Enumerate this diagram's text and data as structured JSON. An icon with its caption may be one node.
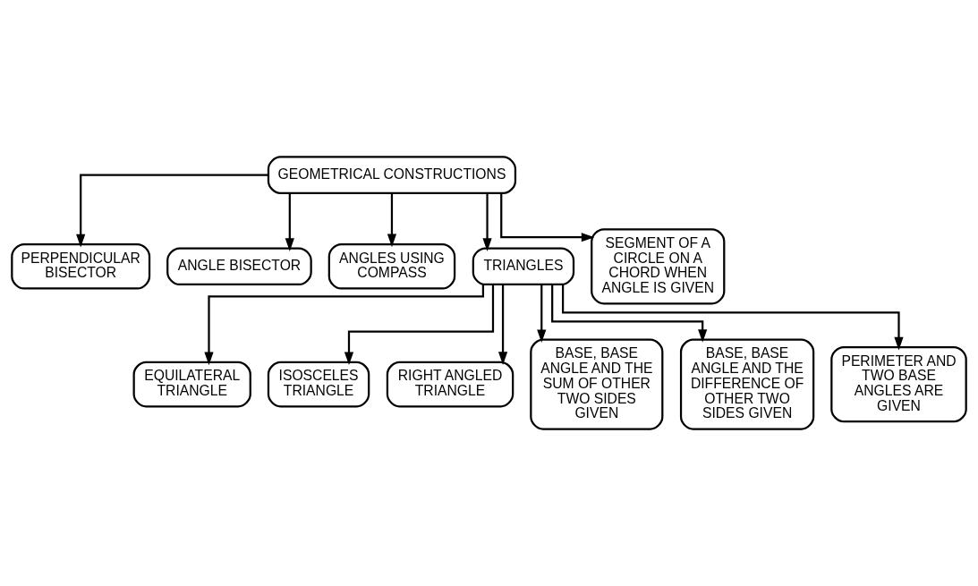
{
  "diagram": {
    "nodes": [
      {
        "text": [
          "GEOMETRICAL CONSTRUCTIONS"
        ]
      },
      {
        "text": [
          "PERPENDICULAR BISECTOR"
        ]
      },
      {
        "text": [
          "ANGLE BISECTOR"
        ]
      },
      {
        "text": [
          "ANGLES USING COMPASS"
        ]
      },
      {
        "text": [
          "TRIANGLES"
        ]
      },
      {
        "text": [
          "SEGMENT OF A CIRCLE ON A CHORD WHEN ANGLE IS GIVEN"
        ]
      },
      {
        "text": [
          "EQUILATERAL TRIANGLE"
        ]
      },
      {
        "text": [
          "ISOSCELES TRIANGLE"
        ]
      },
      {
        "text": [
          "RIGHT ANGLED TRIANGLE"
        ]
      },
      {
        "text": [
          "BASE, BASE ANGLE AND THE SUM OF OTHER TWO SIDES GIVEN"
        ]
      },
      {
        "text": [
          "BASE, BASE ANGLE AND THE DIFFERENCE OF OTHER TWO SIDES GIVEN"
        ]
      },
      {
        "text": [
          "PERIMETER AND TWO BASE ANGLES ARE GIVEN"
        ]
      }
    ],
    "edges": [
      {
        "from": 0,
        "to": 1,
        "arrow": "to"
      },
      {
        "from": 0,
        "to": 2,
        "arrow": "to"
      },
      {
        "from": 0,
        "to": 3,
        "arrow": "to"
      },
      {
        "from": 0,
        "to": 4,
        "arrow": "to"
      },
      {
        "from": 0,
        "to": 5,
        "arrow": "to"
      },
      {
        "from": 4,
        "to": 6,
        "arrow": "to"
      },
      {
        "from": 4,
        "to": 7,
        "arrow": "to"
      },
      {
        "from": 4,
        "to": 8,
        "arrow": "to"
      },
      {
        "from": 4,
        "to": 9,
        "arrow": "to"
      },
      {
        "from": 4,
        "to": 10,
        "arrow": "to"
      },
      {
        "from": 4,
        "to": 11,
        "arrow": "to"
      }
    ]
  }
}
